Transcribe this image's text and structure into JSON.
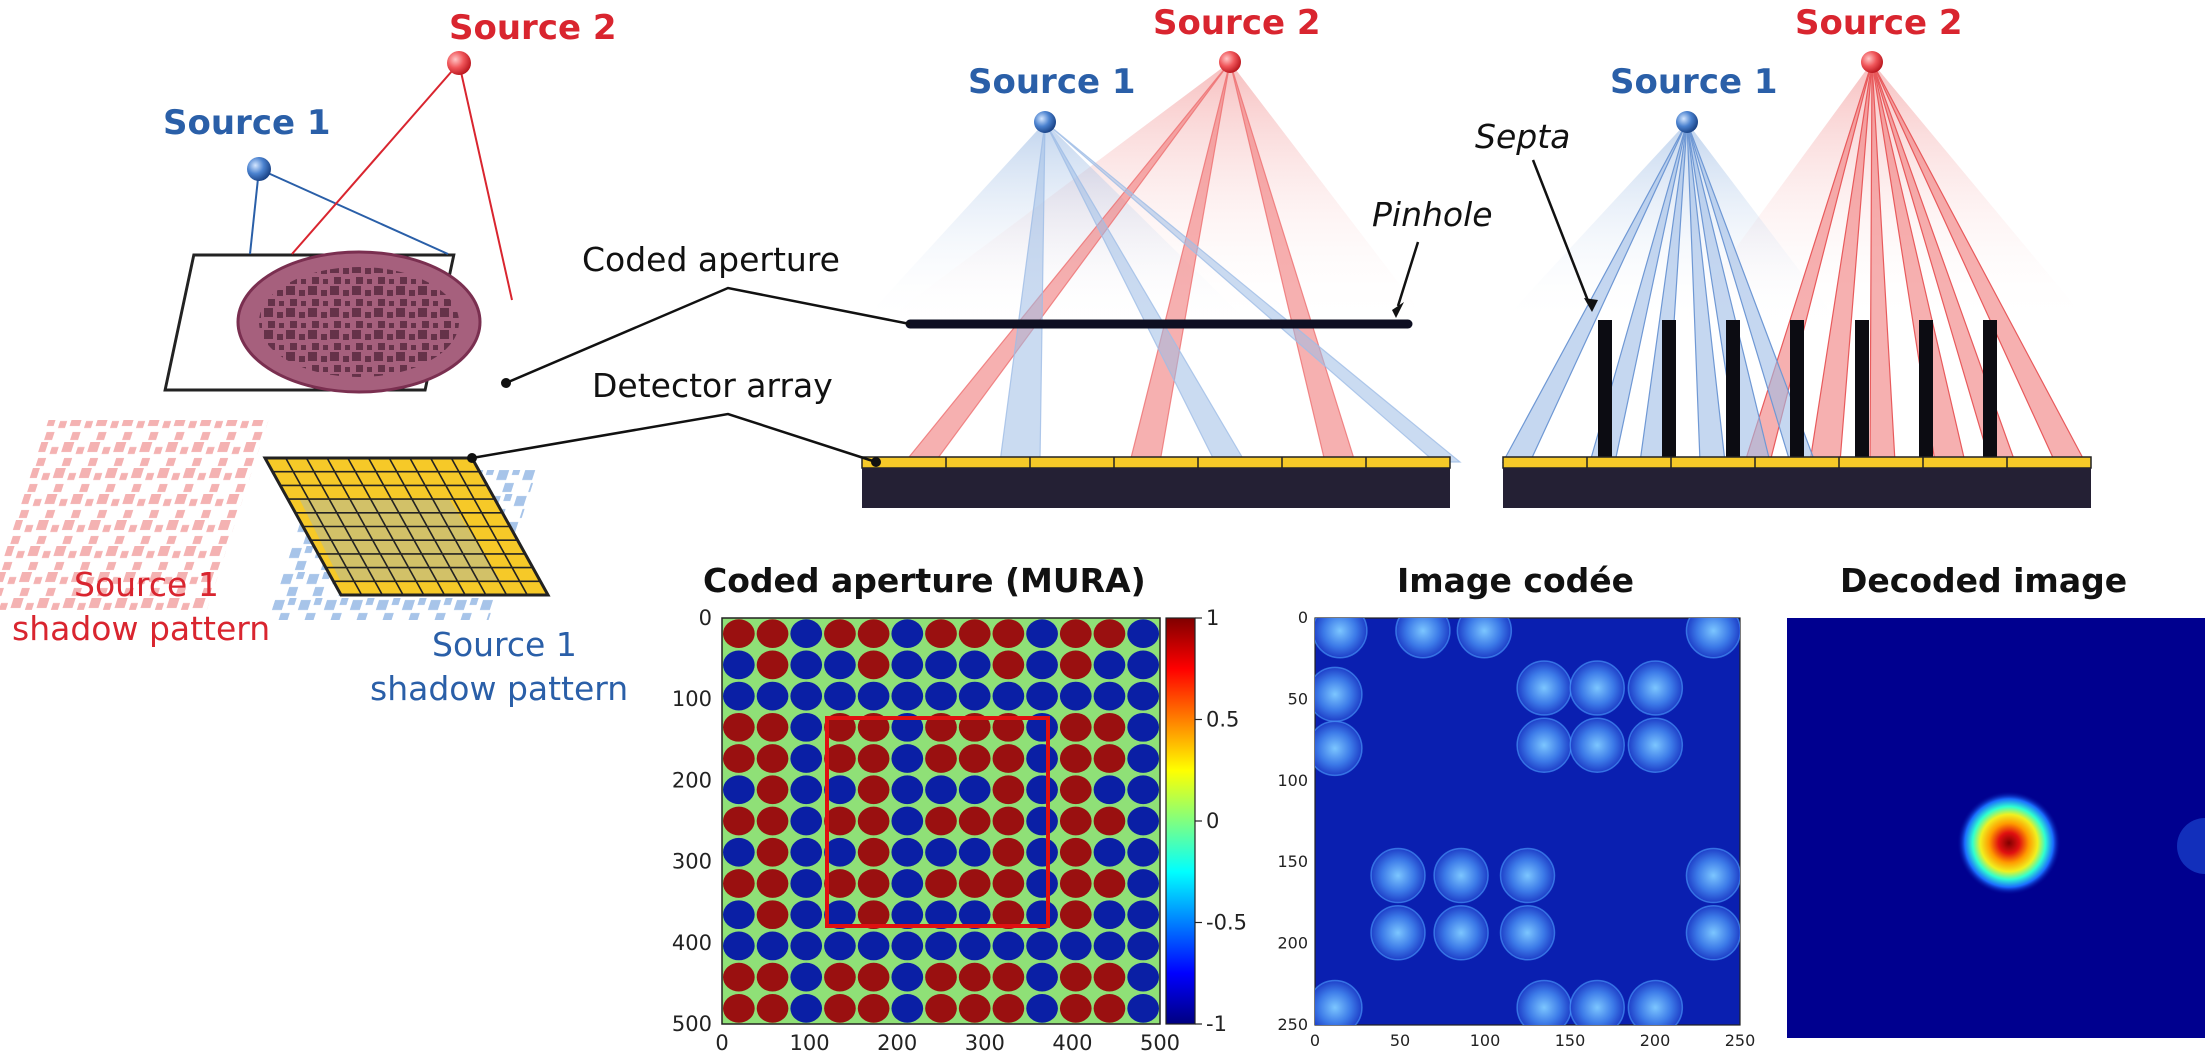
{
  "labels": {
    "left_source2": "Source 2",
    "left_source1": "Source 1",
    "coded_aperture": "Coded aperture",
    "detector_array": "Detector array",
    "red_shadow_line1": "Source 1",
    "red_shadow_line2": "shadow pattern",
    "blue_shadow_line1": "Source 1",
    "blue_shadow_line2": "shadow pattern",
    "mid_source1": "Source 1",
    "mid_source2": "Source 2",
    "pinhole": "Pinhole",
    "right_source1": "Source 1",
    "right_source2": "Source 2",
    "septa": "Septa"
  },
  "panels": {
    "mura_title": "Coded aperture (MURA)",
    "coded_title": "Image codée",
    "decoded_title": "Decoded image"
  },
  "axes": {
    "mura_y": [
      "0",
      "100",
      "200",
      "300",
      "400",
      "500"
    ],
    "mura_x": [
      "0",
      "100",
      "200",
      "300",
      "400",
      "500"
    ],
    "colorbar": [
      "1",
      "0.5",
      "0",
      "-0.5",
      "-1"
    ],
    "coded_y": [
      "0",
      "50",
      "100",
      "150",
      "200",
      "250"
    ],
    "coded_x": [
      "0",
      "50",
      "100",
      "150",
      "200",
      "250"
    ]
  },
  "colors": {
    "source_red": "#d9252f",
    "source_blue": "#2a5fa8",
    "mask_red": "#9a1010",
    "mask_blue": "#0a1fa5",
    "mask_bg": "#8fe077",
    "jet_dark_blue": "#00008f"
  }
}
